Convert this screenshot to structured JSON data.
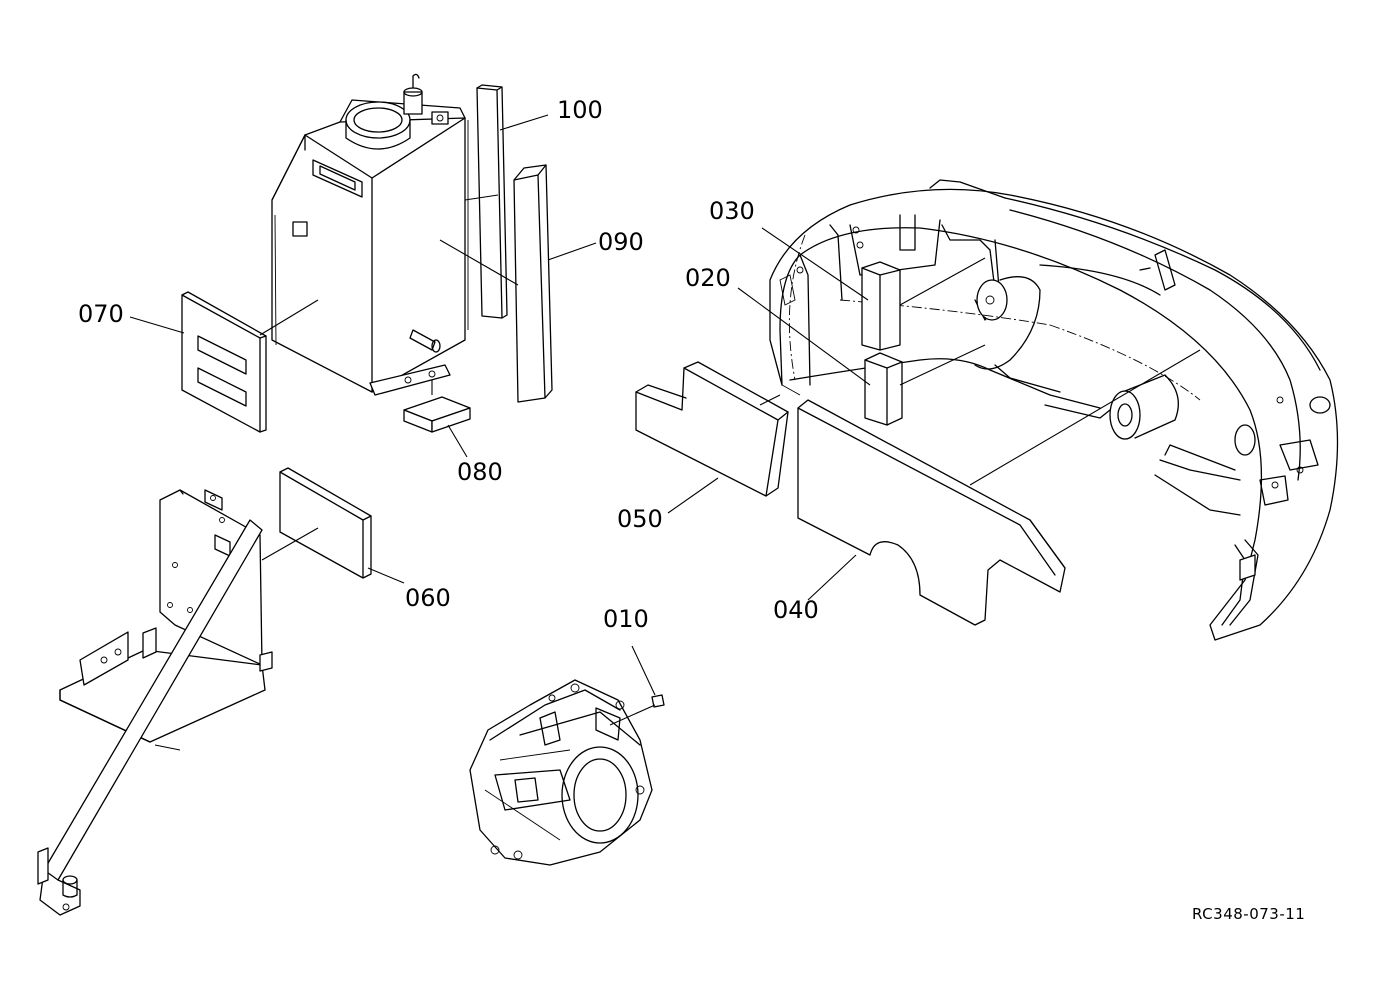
{
  "diagram": {
    "callouts": [
      {
        "id": "c100",
        "text": "100"
      },
      {
        "id": "c090",
        "text": "090"
      },
      {
        "id": "c070",
        "text": "070"
      },
      {
        "id": "c080",
        "text": "080"
      },
      {
        "id": "c060",
        "text": "060"
      },
      {
        "id": "c030",
        "text": "030"
      },
      {
        "id": "c020",
        "text": "020"
      },
      {
        "id": "c050",
        "text": "050"
      },
      {
        "id": "c040",
        "text": "040"
      },
      {
        "id": "c010",
        "text": "010"
      }
    ],
    "reference_code": "RC348-073-11"
  }
}
